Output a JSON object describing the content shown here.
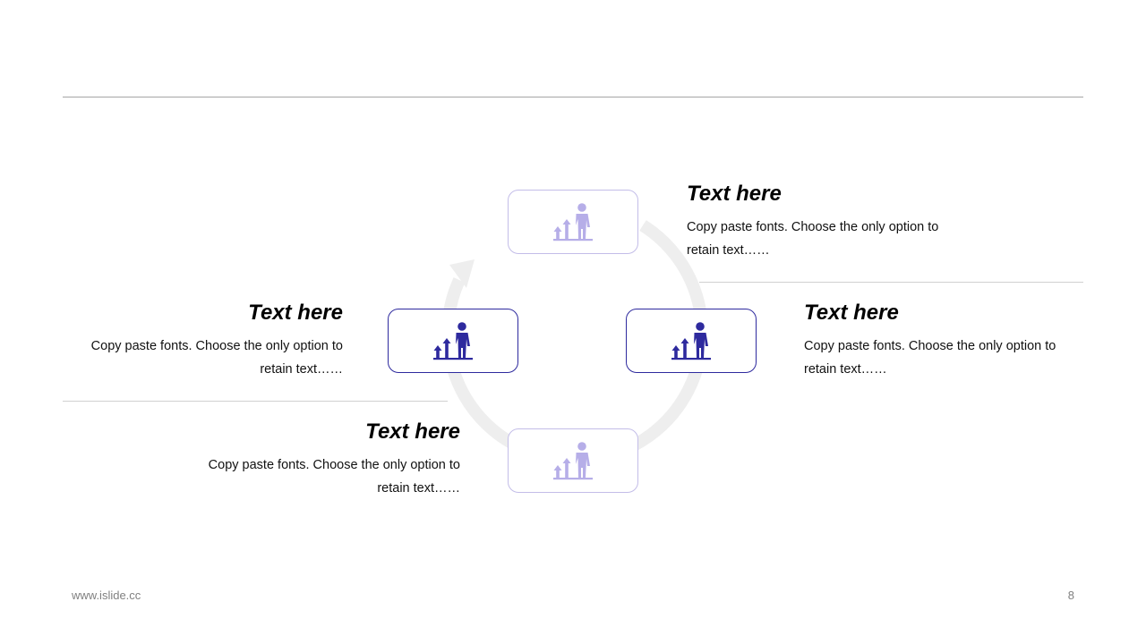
{
  "colors": {
    "accent_dark": "#2e2a9e",
    "accent_light": "#b6aee8",
    "cycle_arc": "#eeeeee"
  },
  "nodes": [
    {
      "id": "top",
      "icon": "growth-chart-person-icon",
      "style": "light"
    },
    {
      "id": "left",
      "icon": "growth-chart-person-icon",
      "style": "dark"
    },
    {
      "id": "right",
      "icon": "growth-chart-person-icon",
      "style": "dark"
    },
    {
      "id": "bottom",
      "icon": "growth-chart-person-icon",
      "style": "light"
    }
  ],
  "blocks": {
    "top": {
      "heading": "Text here",
      "body_line1": "Copy paste fonts. Choose the only option to",
      "body_line2": "retain text……"
    },
    "right": {
      "heading": "Text here",
      "body_line1": "Copy paste fonts. Choose the only option to",
      "body_line2": "retain text……"
    },
    "left": {
      "heading": "Text here",
      "body_line1": "Copy paste fonts. Choose the only option to",
      "body_line2": "retain text……"
    },
    "bottom": {
      "heading": "Text here",
      "body_line1": "Copy paste fonts. Choose the only option to",
      "body_line2": "retain text……"
    }
  },
  "footer": {
    "url": "www.islide.cc",
    "page": "8"
  }
}
